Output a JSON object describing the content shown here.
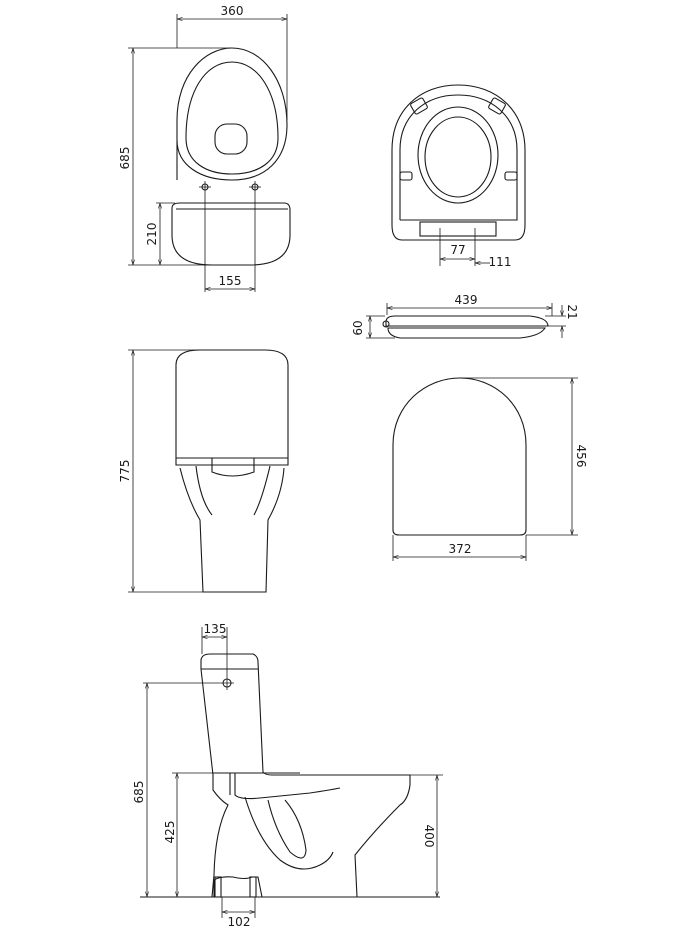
{
  "top_view": {
    "width": "360",
    "depth": "685",
    "cistern_depth": "210",
    "hole_spacing": "155"
  },
  "seat_bottom_view": {
    "hinge_spacing": "77",
    "hinge_offset": "111"
  },
  "seat_side_view": {
    "length": "439",
    "lid_thickness": "21",
    "height": "60"
  },
  "lid_view": {
    "length": "456",
    "width": "372"
  },
  "front_view": {
    "height": "775"
  },
  "side_view": {
    "inlet_offset": "135",
    "inlet_height": "685",
    "rim_height": "425",
    "seat_height": "400",
    "outlet_diameter": "102"
  },
  "colors": {
    "line": "#1a1a1a",
    "background": "#ffffff"
  }
}
